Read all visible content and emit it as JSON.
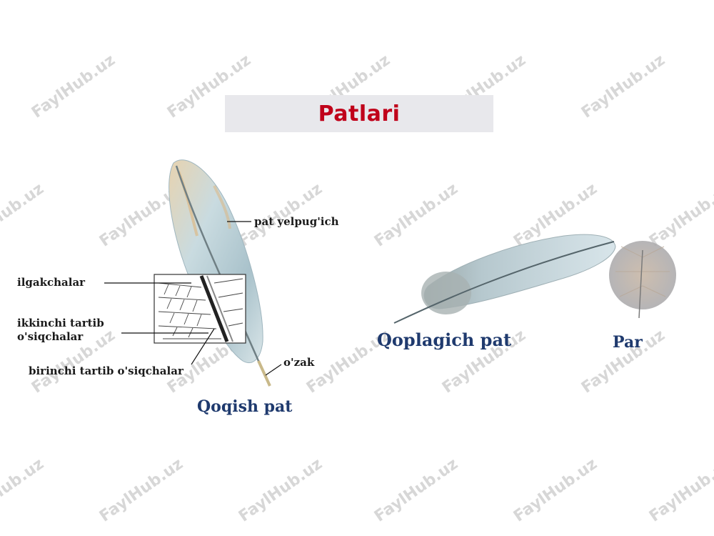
{
  "title": "Patlari",
  "watermark": "FaylHub.uz",
  "diagram": {
    "labels": {
      "vane": "pat yelpug'ich",
      "barbules": "ilgakchalar",
      "secondary_line1": "ikkinchi tartib",
      "secondary_line2": "o'siqchalar",
      "primary": "birinchi tartib o'siqchalar",
      "shaft": "o'zak"
    },
    "captions": {
      "contour": "Qoqish pat",
      "covert": "Qoplagich pat",
      "down": "Par"
    }
  },
  "colors": {
    "title": "#c0001a",
    "caption": "#1f3a6e",
    "feather": "#b9cfd6",
    "feather_tint": "#e3c9a1"
  }
}
